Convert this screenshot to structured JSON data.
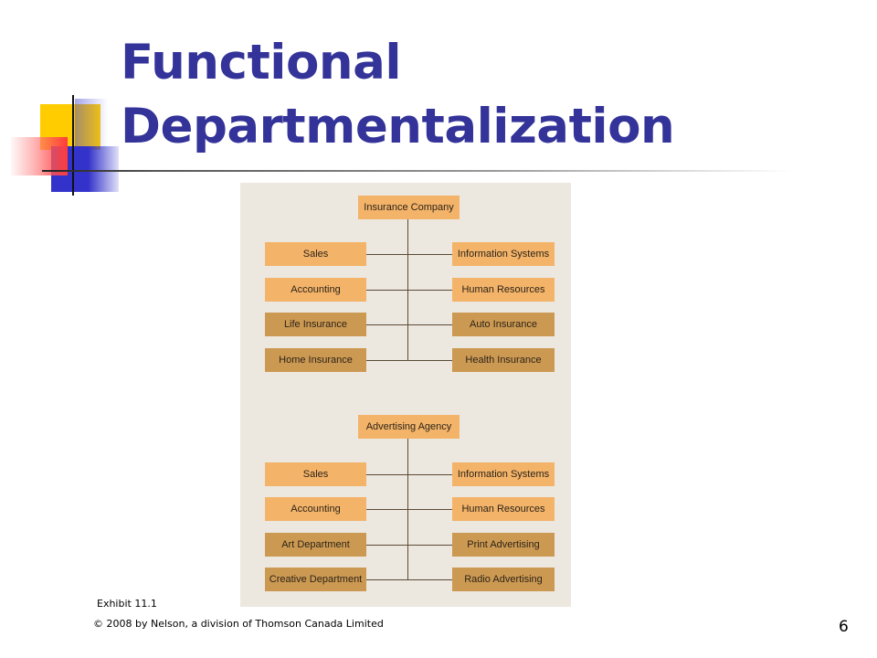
{
  "slide": {
    "title_line1": "Functional",
    "title_line2": "Departmentalization",
    "caption": "Exhibit 11.1",
    "copyright": "© 2008 by Nelson, a division of Thomson Canada Limited",
    "page_number": "6"
  },
  "colors": {
    "title": "#333399",
    "panel": "#ede8df",
    "box_light": "#f3b369",
    "box_dark": "#cc9952"
  },
  "charts": {
    "insurance": {
      "root": "Insurance Company",
      "left": [
        "Sales",
        "Accounting",
        "Life Insurance",
        "Home Insurance"
      ],
      "right": [
        "Information Systems",
        "Human Resources",
        "Auto Insurance",
        "Health Insurance"
      ]
    },
    "advertising": {
      "root": "Advertising Agency",
      "left": [
        "Sales",
        "Accounting",
        "Art Department",
        "Creative Department"
      ],
      "right": [
        "Information Systems",
        "Human Resources",
        "Print Advertising",
        "Radio Advertising"
      ]
    }
  }
}
